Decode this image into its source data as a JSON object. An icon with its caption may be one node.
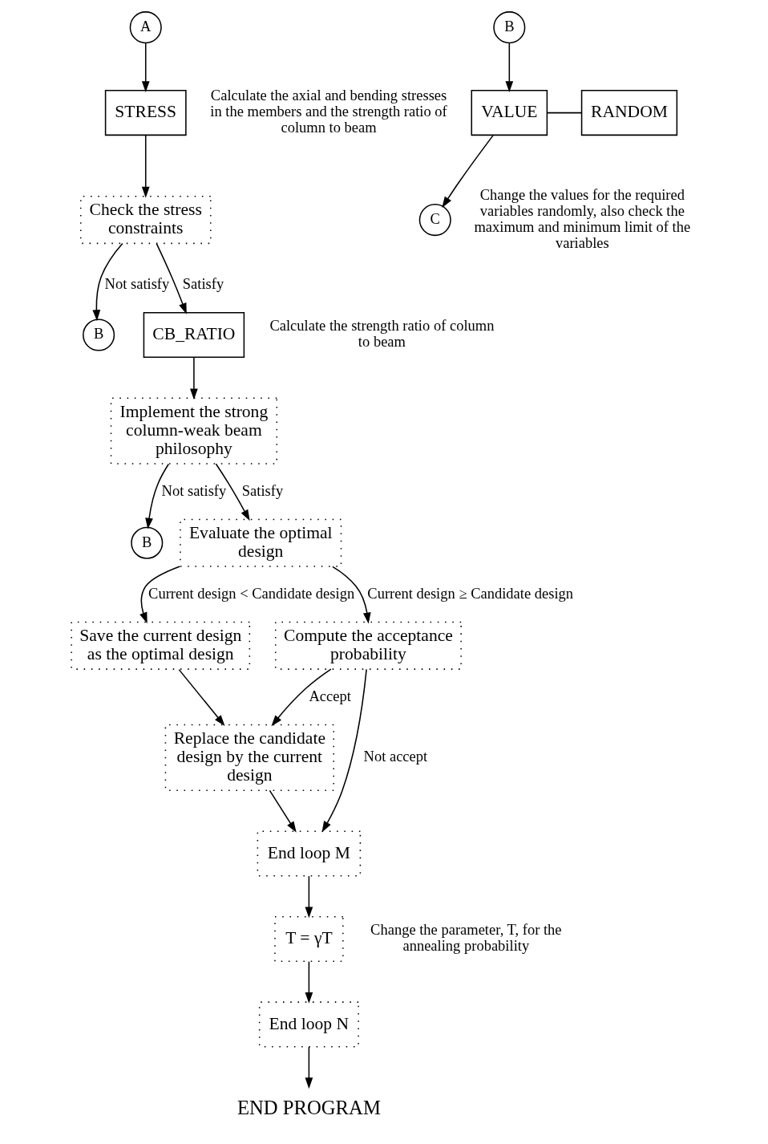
{
  "diagram": {
    "nodes": [
      {
        "text": [
          "A"
        ]
      },
      {
        "text": [
          "STRESS"
        ],
        "beside": [
          "Calculate the axial and bending stresses in the members and the strength ratio of column to beam"
        ]
      },
      {
        "text": [
          "Check the stress constraints"
        ]
      },
      {
        "text": [
          "B"
        ]
      },
      {
        "text": [
          "CB_RATIO"
        ],
        "beside": [
          "Calculate the strength ratio of column to beam"
        ]
      },
      {
        "text": [
          "Implement the strong column-weak beam philosophy"
        ]
      },
      {
        "text": [
          "B"
        ]
      },
      {
        "text": [
          "Evaluate the optimal design"
        ]
      },
      {
        "text": [
          "Save the current design as the optimal design"
        ]
      },
      {
        "text": [
          "Compute the acceptance probability"
        ]
      },
      {
        "text": [
          "Replace the candidate design by the current design"
        ]
      },
      {
        "text": [
          "End loop M"
        ]
      },
      {
        "text": [
          "T = γT"
        ],
        "beside": [
          "Change the parameter, T, for the annealing probability"
        ]
      },
      {
        "text": [
          "End loop N"
        ]
      },
      {
        "text": [
          "END PROGRAM"
        ]
      },
      {
        "text": [
          "B"
        ]
      },
      {
        "text": [
          "VALUE"
        ]
      },
      {
        "text": [
          "RANDOM"
        ]
      },
      {
        "text": [
          "C"
        ]
      }
    ],
    "edges": [
      {
        "from": 0,
        "to": 1,
        "arrow": "to"
      },
      {
        "from": 1,
        "to": 2,
        "arrow": "to"
      },
      {
        "from": 2,
        "to": 3,
        "arrow": "to",
        "label": "Not satisfy"
      },
      {
        "from": 2,
        "to": 4,
        "arrow": "to",
        "label": "Satisfy"
      },
      {
        "from": 4,
        "to": 5,
        "arrow": "to"
      },
      {
        "from": 5,
        "to": 6,
        "arrow": "to",
        "label": "Not satisfy"
      },
      {
        "from": 5,
        "to": 7,
        "arrow": "to",
        "label": "Satisfy"
      },
      {
        "from": 7,
        "to": 8,
        "arrow": "to",
        "label": "Current design < Candidate design"
      },
      {
        "from": 7,
        "to": 9,
        "arrow": "to",
        "label": "Current design ≥ Candidate design"
      },
      {
        "from": 8,
        "to": 10,
        "arrow": "to"
      },
      {
        "from": 9,
        "to": 10,
        "arrow": "to",
        "label": "Accept"
      },
      {
        "from": 9,
        "to": 11,
        "arrow": "to",
        "label": "Not accept"
      },
      {
        "from": 10,
        "to": 11,
        "arrow": "to"
      },
      {
        "from": 11,
        "to": 12,
        "arrow": "to"
      },
      {
        "from": 12,
        "to": 13,
        "arrow": "to"
      },
      {
        "from": 13,
        "to": 14,
        "arrow": "to"
      },
      {
        "from": 15,
        "to": 16,
        "arrow": "to"
      },
      {
        "from": 16,
        "to": 17,
        "arrow": "none"
      },
      {
        "from": 16,
        "to": 18,
        "arrow": "to"
      }
    ],
    "labels": [
      "Change the values for the required variables randomly, also check the maximum and minimum limit of the variables"
    ]
  }
}
